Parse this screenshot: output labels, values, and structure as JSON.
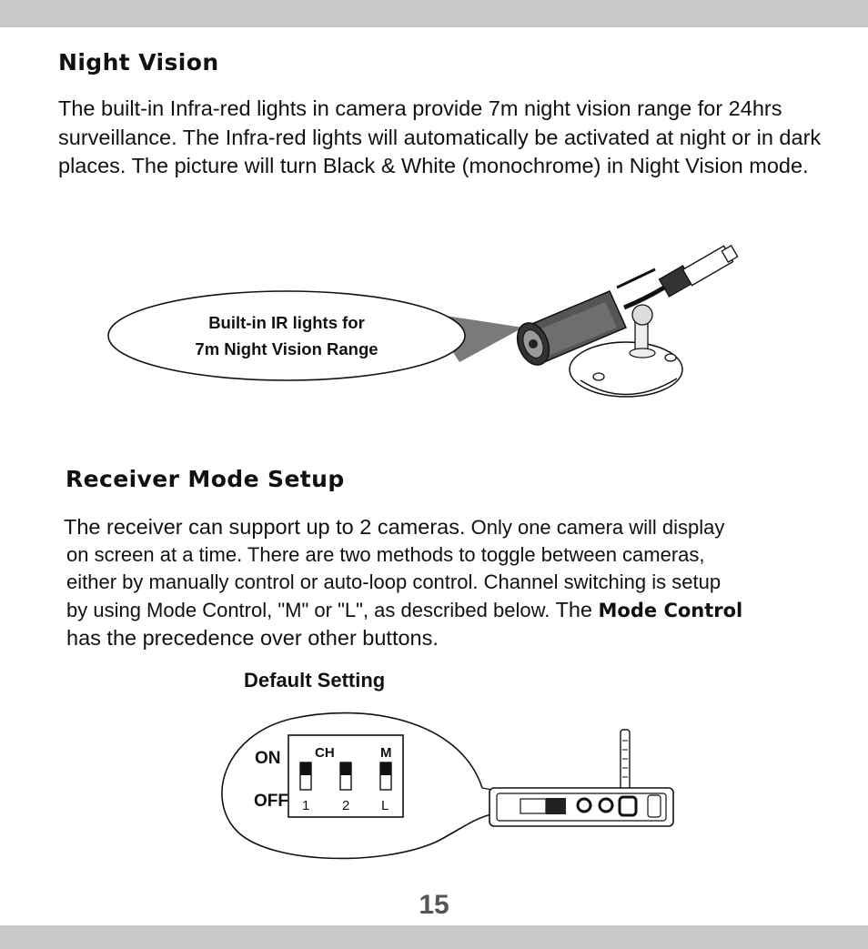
{
  "page": {
    "number": "15",
    "band_color": "#c8c8c8"
  },
  "night_vision": {
    "title": "Night Vision",
    "body": "The built-in Infra-red lights in camera provide 7m night vision range for 24hrs surveillance. The Infra-red lights will automatically be activated at night or in dark places. The picture will turn Black & White (monochrome) in Night Vision mode.",
    "callout_line1": "Built-in IR lights for",
    "callout_line2": "7m Night Vision Range"
  },
  "receiver_mode": {
    "title": "Receiver Mode Setup",
    "line1_a": "The receiver can support up to 2 cameras.",
    "line1_b": " Only one camera will display",
    "line2": "on screen at a time.  There are two methods to toggle between cameras,",
    "line3": "either by manually control or auto-loop control.  Channel switching is setup",
    "line4_a": "by using Mode Control, \"M\" or \"L\", as described below.",
    "line4_b": " The ",
    "line4_strong": "Mode Control",
    "line5": "has the precedence over other buttons."
  },
  "default_setting": {
    "title": "Default Setting",
    "on_label": "ON",
    "off_label": "OFF",
    "ch_label": "CH",
    "m_label": "M",
    "switches": [
      {
        "label": "1",
        "state": "ON"
      },
      {
        "label": "2",
        "state": "ON"
      },
      {
        "label": "L",
        "state": "ON"
      }
    ]
  },
  "icons": [
    "ir-camera-icon",
    "receiver-device-icon",
    "dip-switch-icon"
  ]
}
